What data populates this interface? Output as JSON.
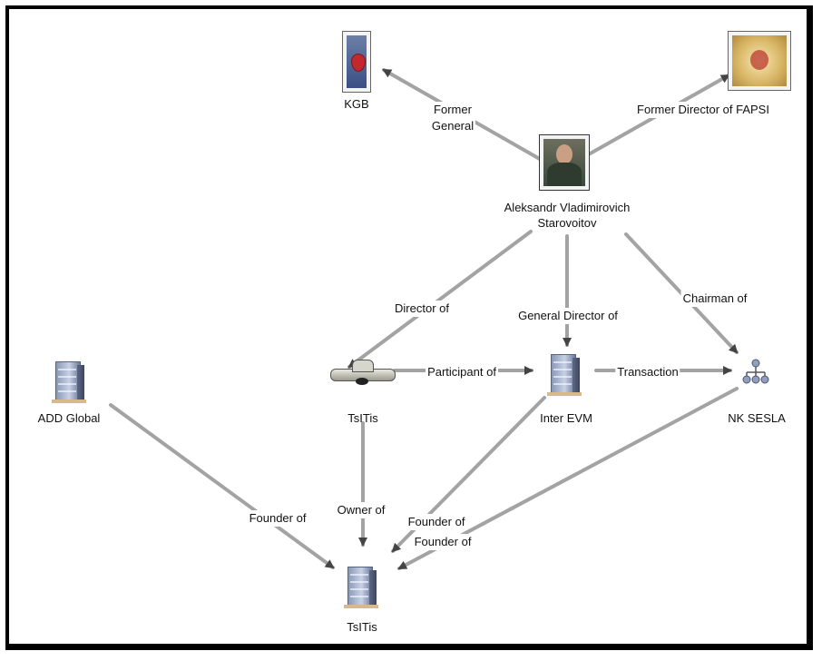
{
  "nodes": {
    "kgb": {
      "label": "KGB",
      "icon": "kgb-emblem-icon"
    },
    "fapsi": {
      "label": "",
      "icon": "fapsi-emblem-icon"
    },
    "person": {
      "label_line1": "Aleksandr Vladimirovich",
      "label_line2": "Starovoitov",
      "icon": "person-photo-icon"
    },
    "add_global": {
      "label": "ADD Global",
      "icon": "building-icon"
    },
    "tsitis_top": {
      "label": "TsITis",
      "icon": "vehicle-icon"
    },
    "inter_evm": {
      "label": "Inter EVM",
      "icon": "building-icon"
    },
    "nk_sesla": {
      "label": "NK SESLA",
      "icon": "organization-tree-icon"
    },
    "tsitis_bottom": {
      "label": "TsITis",
      "icon": "building-icon"
    }
  },
  "edges": {
    "former_general": {
      "line1": "Former",
      "line2": "General"
    },
    "former_director": "Former Director of FAPSI",
    "director_of": "Director of",
    "general_director_of": "General Director of",
    "chairman_of": "Chairman of",
    "participant_of": "Participant of",
    "transaction": "Transaction",
    "founder_of_add": "Founder of",
    "owner_of": "Owner of",
    "founder_of_evm": "Founder of",
    "founder_of_sesla": "Founder of"
  },
  "colors": {
    "link": "#a3a3a3",
    "arrow": "#444444",
    "frame": "#000000"
  }
}
